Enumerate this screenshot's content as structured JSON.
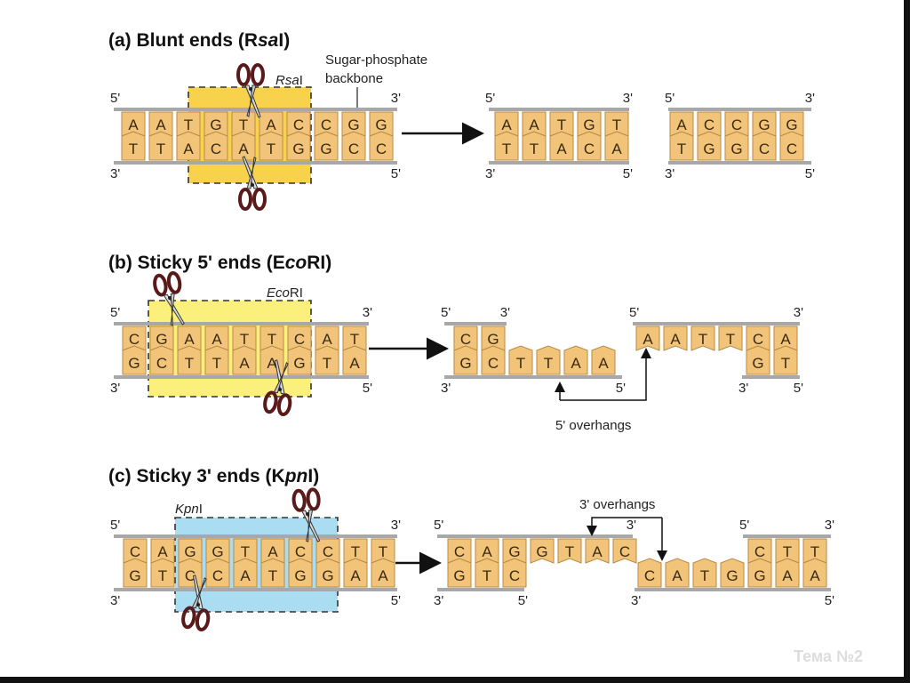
{
  "colors": {
    "base_fill": "#f2c47a",
    "base_stroke": "#b88a46",
    "backbone": "#a8a8a8",
    "box_a": "#f8d24c",
    "box_b": "#fbf07c",
    "box_c": "#aadcf2"
  },
  "ends": {
    "five": "5'",
    "three": "3'"
  },
  "panels": [
    {
      "title_prefix": "(a) Blunt ends (R",
      "title_italic": "sa",
      "title_suffix": "I)",
      "enzyme_italic": "Rsa",
      "enzyme_suffix": "I",
      "fragments": [
        {
          "top": "AATGTACCGG",
          "bottom": "TTACATGGCC"
        },
        {
          "top": "AATGT",
          "bottom": "TTACA"
        },
        {
          "top": "ACCGG",
          "bottom": "TGGCC"
        }
      ]
    },
    {
      "title_prefix": "(b) Sticky 5' ends (E",
      "title_italic": "co",
      "title_suffix": "RI)",
      "enzyme_italic": "Eco",
      "enzyme_suffix": "RI",
      "fragments": [
        {
          "top": "CGAATTCAT",
          "bottom": "GCTTAAGTA"
        },
        {
          "top": "CG",
          "bottom": "GCTTAA"
        },
        {
          "top": "AATTCA",
          "bottom": "GT"
        }
      ]
    },
    {
      "title_prefix": "(c) Sticky 3' ends (K",
      "title_italic": "pn",
      "title_suffix": "I)",
      "enzyme_italic": "Kpn",
      "enzyme_suffix": "I",
      "fragments": [
        {
          "top": "CAGGTACCTT",
          "bottom": "GTCCATGGAA"
        },
        {
          "top": "CAGGTAC",
          "bottom": "GTC"
        },
        {
          "top": "CTT",
          "bottom": "CATGGAA"
        }
      ]
    }
  ],
  "annotations": {
    "backbone_line1": "Sugar-phosphate",
    "backbone_line2": "backbone",
    "overhangs_5": "5' overhangs",
    "overhangs_3": "3' overhangs"
  },
  "watermark": "Тема №2"
}
